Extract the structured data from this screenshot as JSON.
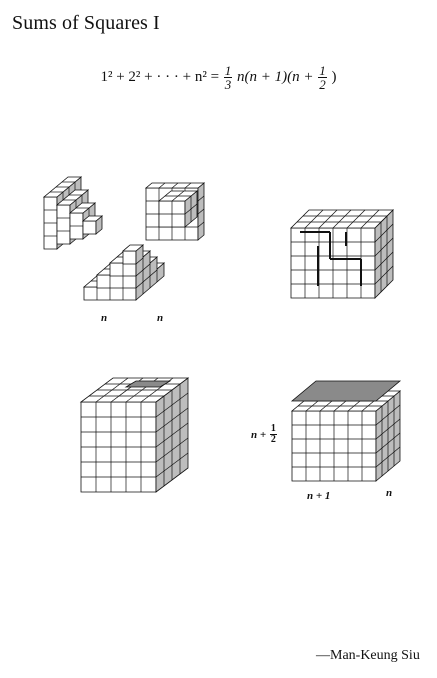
{
  "title": "Sums of Squares I",
  "formula": {
    "lhs": "1² + 2² + · · · + n² =",
    "frac1_num": "1",
    "frac1_den": "3",
    "mid": "n(n + 1)(n +",
    "frac2_num": "1",
    "frac2_den": "2",
    "close": ")"
  },
  "labels": {
    "pyramid_left_n": "n",
    "pyramid_right_n": "n",
    "height_prefix": "n +",
    "height_frac_num": "1",
    "height_frac_den": "2",
    "width": "n + 1",
    "depth": "n"
  },
  "author": "—Man-Keung Siu",
  "colors": {
    "ink": "#111111",
    "face_top": "#ffffff",
    "face_front": "#ffffff",
    "face_side": "#bdbdbd",
    "face_dark": "#8a8a8a"
  }
}
